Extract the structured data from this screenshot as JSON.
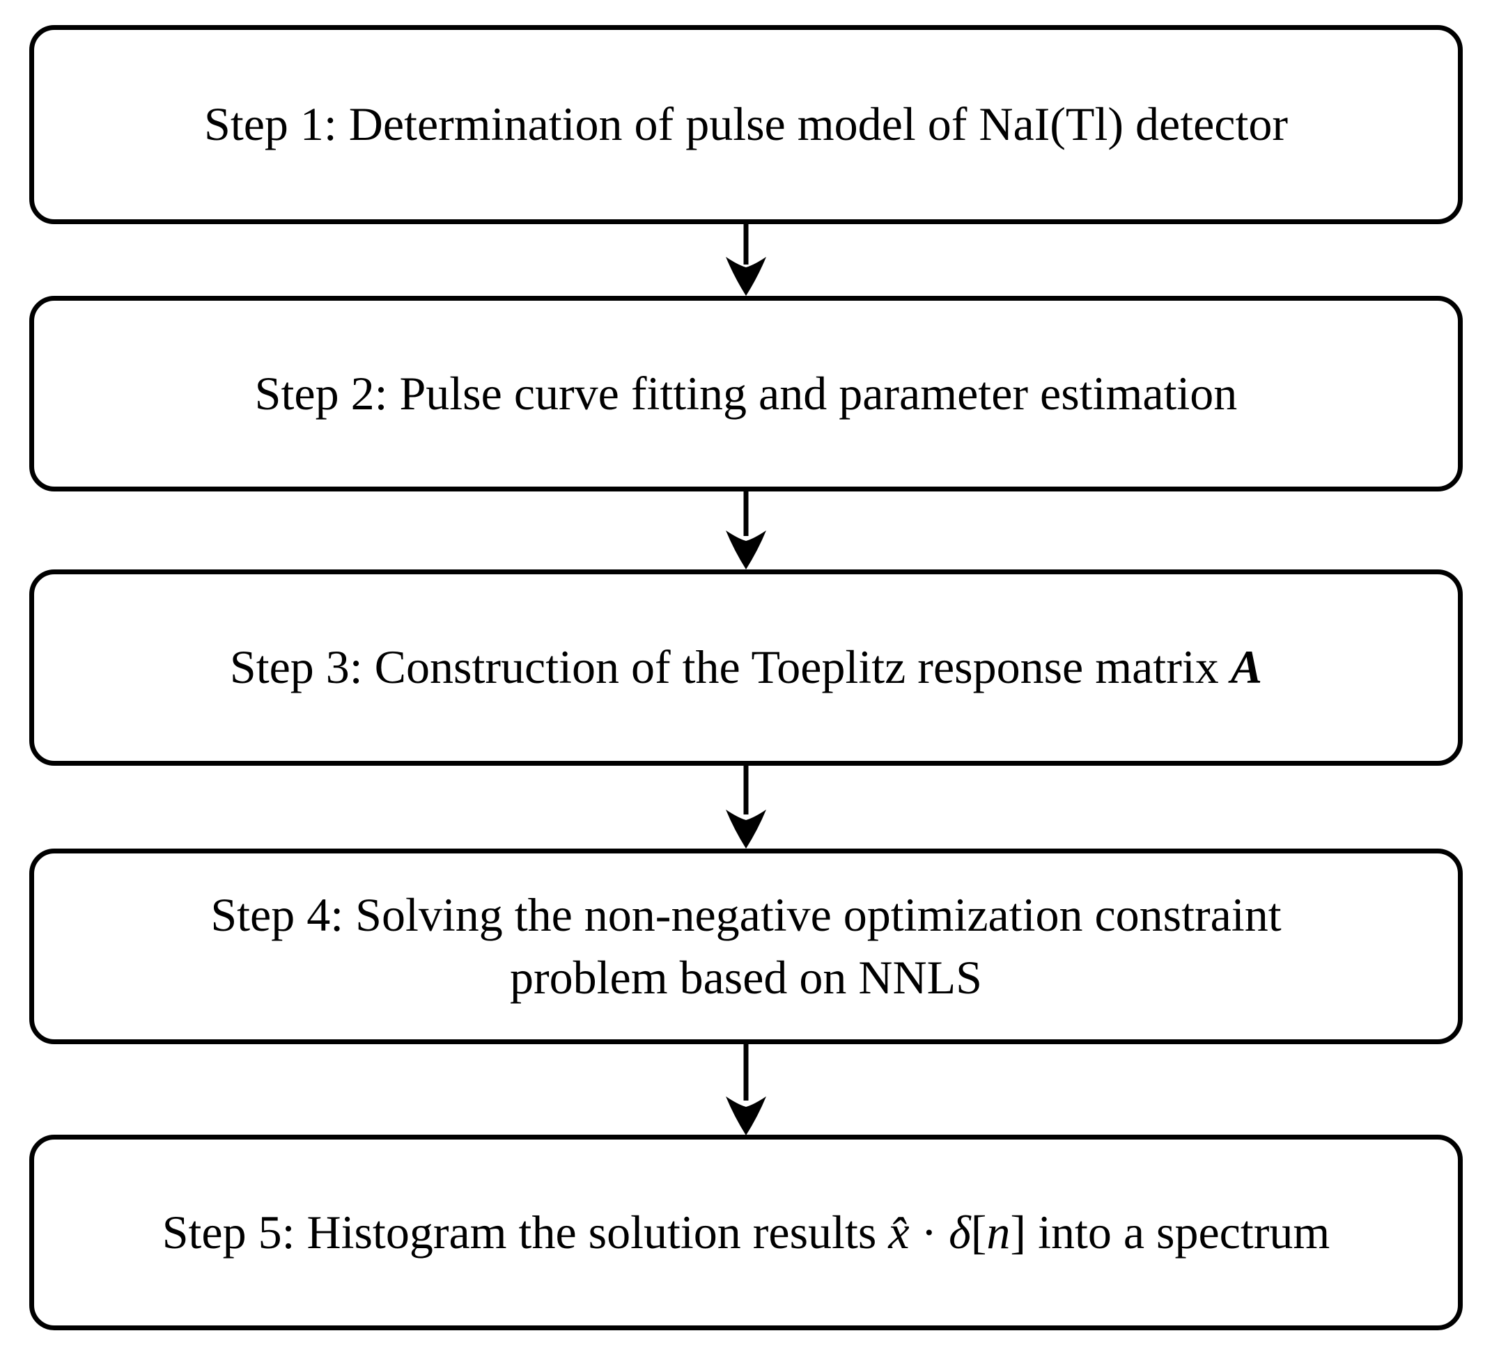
{
  "canvas": {
    "background_color": "#ffffff",
    "line_color": "#000000",
    "text_color": "#000000"
  },
  "flowchart": {
    "boxes": [
      {
        "name": "step-1",
        "segments": [
          {
            "text": "Step 1: Determination of pulse model of NaI(Tl) detector",
            "style": "plain"
          }
        ]
      },
      {
        "name": "step-2",
        "segments": [
          {
            "text": "Step 2: Pulse curve fitting and parameter estimation",
            "style": "plain"
          }
        ]
      },
      {
        "name": "step-3",
        "segments": [
          {
            "text": "Step 3: Construction of the Toeplitz response matrix ",
            "style": "plain"
          },
          {
            "text": "A",
            "style": "bold-italic"
          }
        ]
      },
      {
        "name": "step-4",
        "lines": [
          "Step 4: Solving the non-negative optimization constraint",
          "problem based on NNLS"
        ]
      },
      {
        "name": "step-5",
        "segments": [
          {
            "text": "Step 5: Histogram the solution results ",
            "style": "plain"
          },
          {
            "text": "x̂",
            "style": "italic"
          },
          {
            "text": " · ",
            "style": "plain"
          },
          {
            "text": "δ",
            "style": "italic"
          },
          {
            "text": "[",
            "style": "plain"
          },
          {
            "text": "n",
            "style": "italic"
          },
          {
            "text": "] into a spectrum",
            "style": "plain"
          }
        ]
      }
    ],
    "arrows": [
      {
        "name": "arrow-1",
        "icon": "down-arrow-icon"
      },
      {
        "name": "arrow-2",
        "icon": "down-arrow-icon"
      },
      {
        "name": "arrow-3",
        "icon": "down-arrow-icon"
      },
      {
        "name": "arrow-4",
        "icon": "down-arrow-icon"
      }
    ]
  }
}
